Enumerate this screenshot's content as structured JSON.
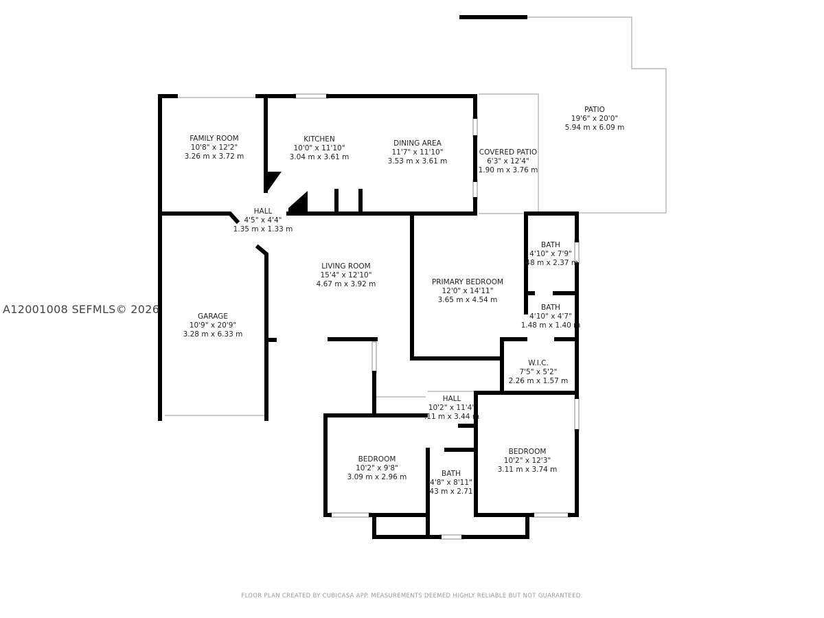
{
  "rooms": [
    {
      "name": "FAMILY ROOM",
      "imperial": "10'8\" x 12'2\"",
      "metric": "3.26 m x 3.72 m"
    },
    {
      "name": "KITCHEN",
      "imperial": "10'0\" x 11'10\"",
      "metric": "3.04 m x 3.61 m"
    },
    {
      "name": "DINING AREA",
      "imperial": "11'7\" x 11'10\"",
      "metric": "3.53 m x 3.61 m"
    },
    {
      "name": "COVERED PATIO",
      "imperial": "6'3\" x 12'4\"",
      "metric": "1.90 m x 3.76 m"
    },
    {
      "name": "PATIO",
      "imperial": "19'6\" x 20'0\"",
      "metric": "5.94 m x 6.09 m"
    },
    {
      "name": "HALL",
      "imperial": "4'5\" x 4'4\"",
      "metric": "1.35 m x 1.33 m"
    },
    {
      "name": "GARAGE",
      "imperial": "10'9\" x 20'9\"",
      "metric": "3.28 m x 6.33 m"
    },
    {
      "name": "LIVING ROOM",
      "imperial": "15'4\" x 12'10\"",
      "metric": "4.67 m x 3.92 m"
    },
    {
      "name": "PRIMARY BEDROOM",
      "imperial": "12'0\" x 14'11\"",
      "metric": "3.65 m x 4.54 m"
    },
    {
      "name": "BATH",
      "imperial": "4'10\" x 7'9\"",
      "metric": ".48 m x 2.37 m"
    },
    {
      "name": "BATH",
      "imperial": "4'10\" x 4'7\"",
      "metric": "1.48 m x 1.40 m"
    },
    {
      "name": "W.I.C.",
      "imperial": "7'5\" x 5'2\"",
      "metric": "2.26 m x 1.57 m"
    },
    {
      "name": "HALL",
      "imperial": "10'2\" x 11'4\"",
      "metric": ".11 m x 3.44 m"
    },
    {
      "name": "BEDROOM",
      "imperial": "10'2\" x 9'8\"",
      "metric": "3.09 m x 2.96 m"
    },
    {
      "name": "BATH",
      "imperial": "4'8\" x 8'11\"",
      "metric": "43 m x 2.71"
    },
    {
      "name": "BEDROOM",
      "imperial": "10'2\" x 12'3\"",
      "metric": "3.11 m x 3.74 m"
    }
  ],
  "watermark": "A12001008  SEFMLS© 2026",
  "footer": "FLOOR PLAN CREATED BY CUBICASA APP. MEASUREMENTS DEEMED HIGHLY RELIABLE BUT NOT GUARANTEED.",
  "colors": {
    "wall": "#000000",
    "thin_line": "#aaaaaa"
  }
}
